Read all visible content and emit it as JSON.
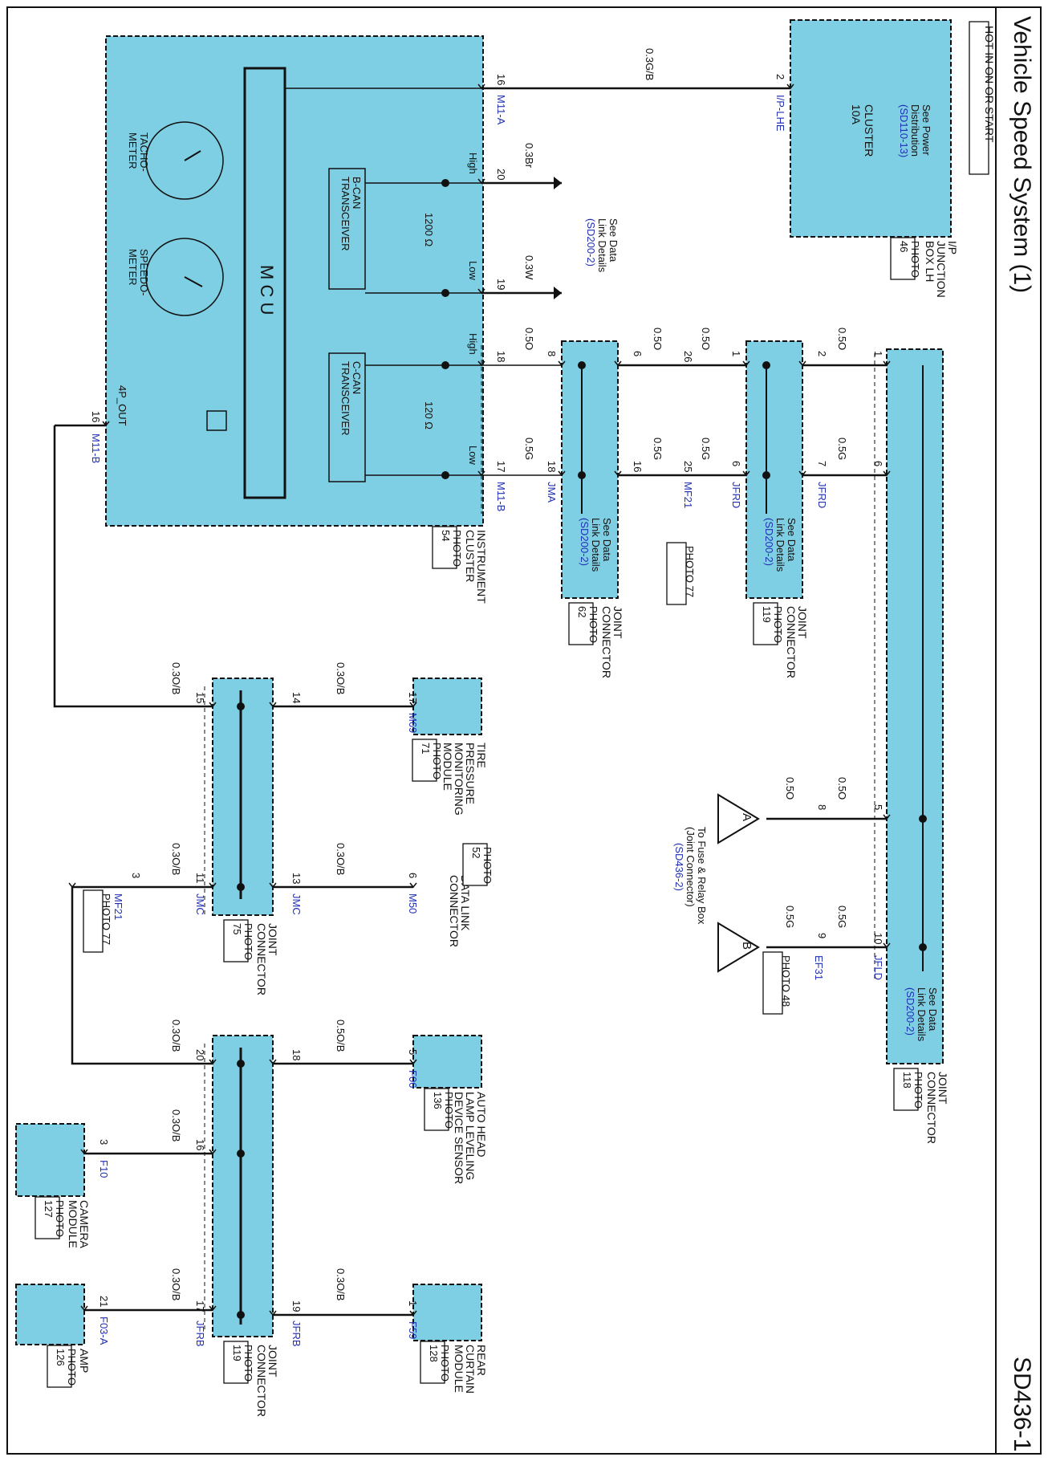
{
  "page": {
    "title": "Vehicle Speed System (1)",
    "code": "SD436-1"
  },
  "colors": {
    "module_fill": "#7ecfe3",
    "wire": "#111111",
    "link_text": "#1f2fb5"
  },
  "components": [
    {
      "id": "ip-junction",
      "name": "I/P JUNCTION BOX LH",
      "photo": "PHOTO 46",
      "notes": [
        "HOT IN ON OR START",
        "CLUSTER 10A",
        "See Power Distribution",
        "(SD110-13)"
      ]
    },
    {
      "id": "instrument-cluster",
      "name": "INSTRUMENT CLUSTER",
      "photo": "PHOTO 54",
      "notes": [
        "M C U",
        "B-CAN TRANSCEIVER",
        "C-CAN TRANSCEIVER",
        "TACHO-METER",
        "SPEEDO-METER",
        "4P_OUT",
        "1200 Ω",
        "120 Ω",
        "High",
        "Low"
      ]
    },
    {
      "id": "jc-62",
      "name": "JOINT CONNECTOR",
      "photo": "PHOTO 62"
    },
    {
      "id": "jc-119a",
      "name": "JOINT CONNECTOR",
      "photo": "PHOTO 119"
    },
    {
      "id": "jc-118",
      "name": "JOINT CONNECTOR",
      "photo": "PHOTO 118"
    },
    {
      "id": "jc-75",
      "name": "JOINT CONNECTOR",
      "photo": "PHOTO 75"
    },
    {
      "id": "jc-119b",
      "name": "JOINT CONNECTOR",
      "photo": "PHOTO 119"
    },
    {
      "id": "tpms",
      "name": "TIRE PRESSURE MONITORING MODULE",
      "photo": "PHOTO 71"
    },
    {
      "id": "dlc",
      "name": "DATA LINK CONNECTOR",
      "photo": "PHOTO 52"
    },
    {
      "id": "headlamp",
      "name": "AUTO HEAD LAMP LEVELING DEVICE SENSOR",
      "photo": "PHOTO 136"
    },
    {
      "id": "camera",
      "name": "CAMERA MODULE",
      "photo": "PHOTO 127"
    },
    {
      "id": "curtain",
      "name": "REAR CURTAIN MODULE",
      "photo": "PHOTO 128"
    },
    {
      "id": "amp",
      "name": "AMP",
      "photo": "PHOTO 126"
    }
  ],
  "connectors": [
    "I/P-LHE",
    "M11-A",
    "M11-B",
    "JMA",
    "MF21",
    "JFRD",
    "JFLD",
    "EF31",
    "M69",
    "M50",
    "JMC",
    "F06",
    "F10",
    "F59",
    "F03-A",
    "JFRB"
  ],
  "references": [
    "See Data Link Details",
    "(SD200-2)",
    "To Fuse & Relay Box (Joint Connector)",
    "(SD436-2)",
    "PHOTO 77",
    "PHOTO 48"
  ],
  "wires": [
    "0.3G/B",
    "0.3Br",
    "0.3W",
    "0.5O",
    "0.5G",
    "0.3O/B",
    "0.5O/B"
  ],
  "pins": [
    "1",
    "2",
    "3",
    "5",
    "6",
    "7",
    "8",
    "9",
    "10",
    "11",
    "13",
    "14",
    "15",
    "16",
    "17",
    "18",
    "19",
    "20",
    "21",
    "25",
    "26"
  ],
  "offpage": [
    "A",
    "B"
  ]
}
